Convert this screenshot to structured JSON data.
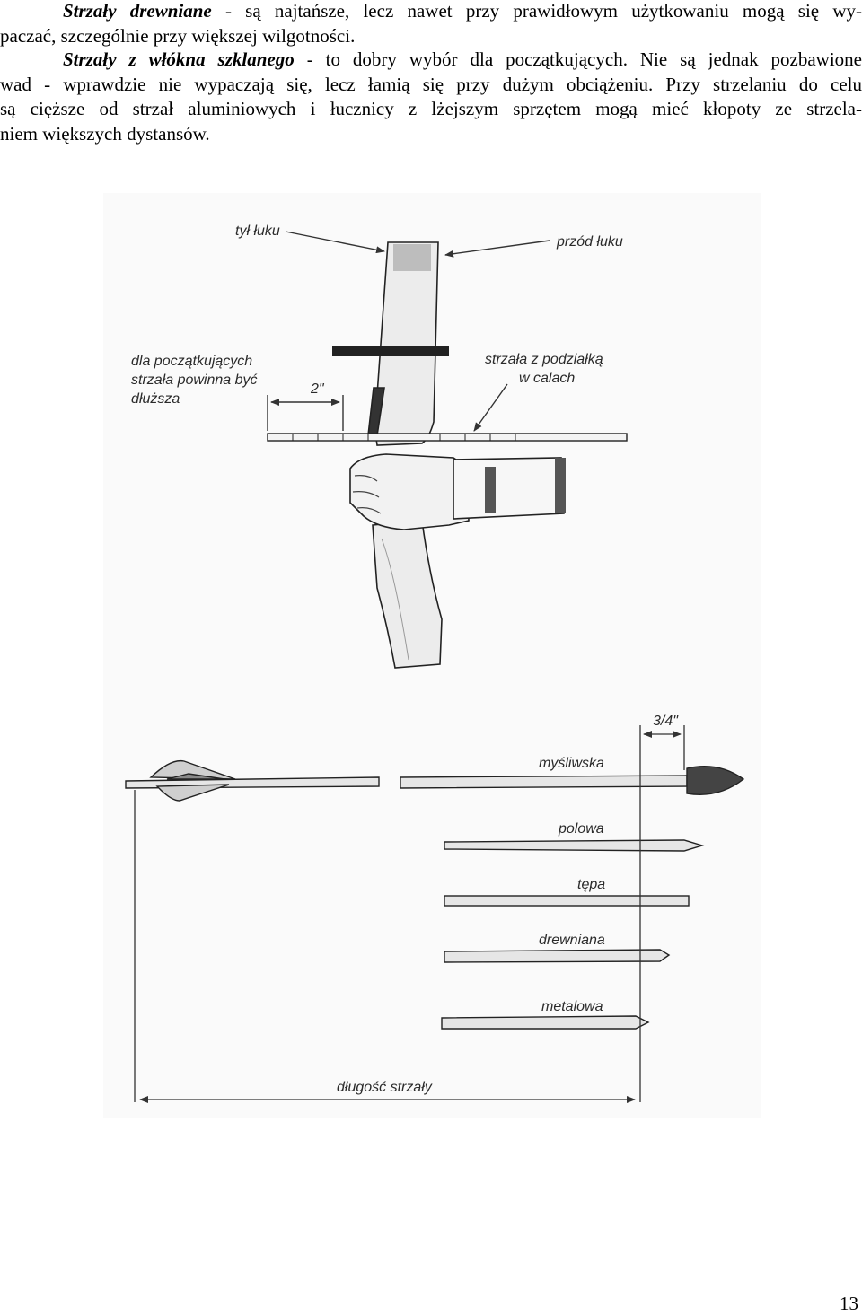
{
  "paragraphs": [
    {
      "lead": "Strzały drewniane",
      "line1_rest": " - są najtańsze, lecz nawet przy prawidłowym użytkowaniu mogą się wy-",
      "line2": "paczać, szczególnie przy większej wilgotności."
    },
    {
      "lead": "Strzały z włókna szklanego",
      "line1_rest": " - to dobry wybór dla początkujących. Nie są jednak pozbawione",
      "line2": "wad - wprawdzie nie wypaczają się, lecz łamią się przy dużym obciążeniu. Przy strzelaniu do celu",
      "line3": "są cięższe od strzał aluminiowych i łucznicy z lżejszym sprzętem mogą mieć kłopoty ze strzela-",
      "line4": "niem większych dystansów."
    }
  ],
  "figure": {
    "labels": {
      "back": "tył łuku",
      "front": "przód łuku",
      "beginners_1": "dla początkujących",
      "beginners_2": "strzała powinna być",
      "beginners_3": "dłuższa",
      "marked_1": "strzała z podziałką",
      "marked_2": "w calach",
      "two_inch": "2\"",
      "three_quarter": "3/4\"",
      "hunting": "myśliwska",
      "field": "polowa",
      "blunt": "tępa",
      "wooden": "drewniana",
      "metal": "metalowa",
      "arrow_length": "długość strzały"
    }
  },
  "page_number": "13"
}
